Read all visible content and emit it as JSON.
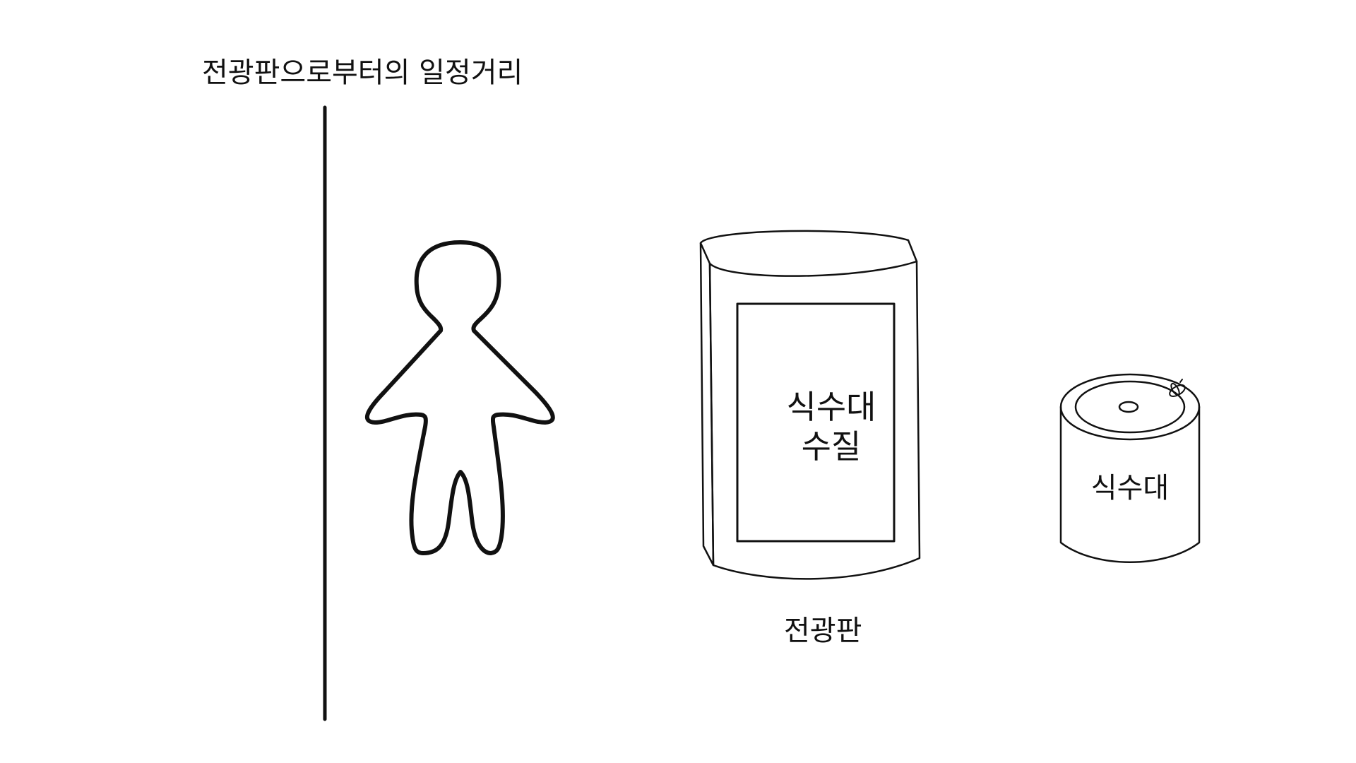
{
  "labels": {
    "distance": "전광판으로부터의 일정거리",
    "signboard_caption": "전광판",
    "screen_line1": "식수대",
    "screen_line2": "수질",
    "fountain": "식수대"
  },
  "colors": {
    "stroke": "#111111",
    "background": "#ffffff"
  }
}
